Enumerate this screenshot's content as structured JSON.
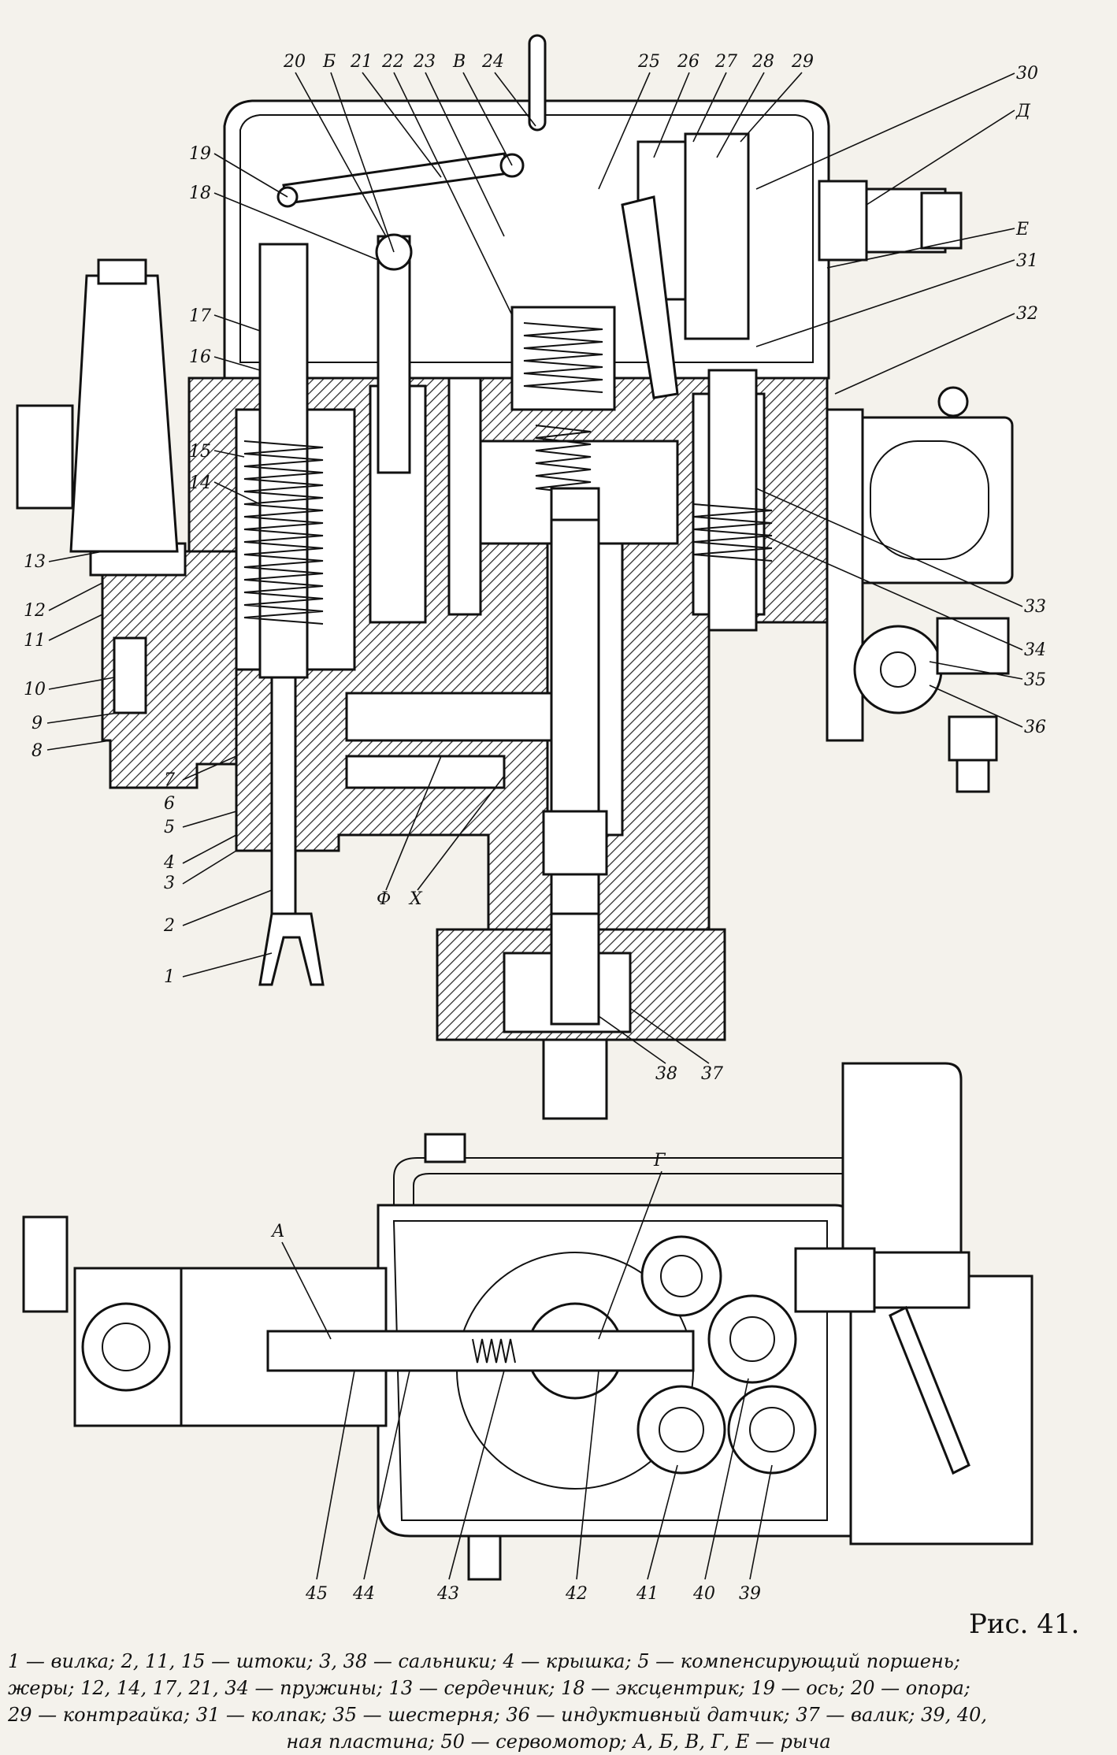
{
  "figure": {
    "title": "Рис. 41."
  },
  "callouts_top": [
    "1",
    "2",
    "3",
    "4",
    "5",
    "6",
    "7",
    "8",
    "9",
    "10",
    "11",
    "12",
    "13",
    "14",
    "15",
    "16",
    "17",
    "18",
    "19",
    "20",
    "Б",
    "21",
    "22",
    "23",
    "В",
    "24",
    "25",
    "26",
    "27",
    "28",
    "29",
    "30",
    "Д",
    "Е",
    "31",
    "32",
    "33",
    "34",
    "35",
    "36",
    "37",
    "38",
    "Ф",
    "Х"
  ],
  "callouts_bottom": [
    "А",
    "Г",
    "45",
    "44",
    "43",
    "42",
    "41",
    "40",
    "39"
  ],
  "caption": {
    "line1": "1 — вилка; 2, 11, 15 — штоки; 3, 38 — сальники; 4 — крышка; 5 — компенсирующий поршень;",
    "line2": "жеры; 12, 14, 17, 21, 34 — пружины; 13 — сердечник; 18 — эксцентрик; 19 — ось; 20 — опора;",
    "line3": "29 — контргайка; 31 — колпак; 35 — шестерня; 36 — индуктивный датчик; 37 — валик; 39, 40,",
    "line4": "ная пластина; 50 — сервомотор; А, Б, В, Г, Е — рыча"
  }
}
